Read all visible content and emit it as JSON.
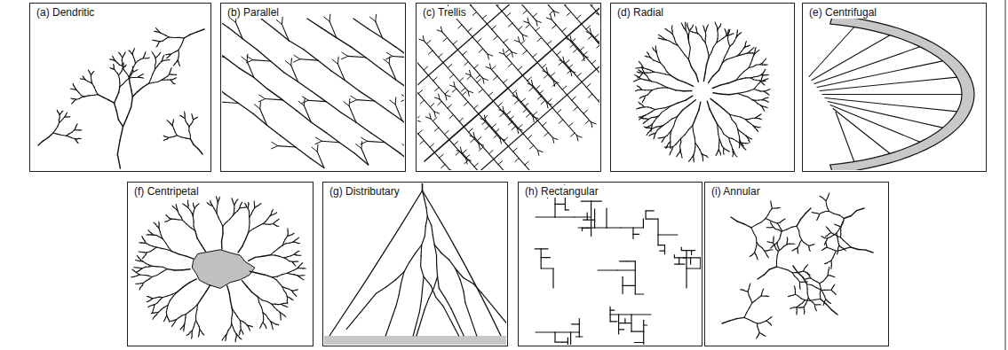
{
  "diagram": {
    "nodes": [
      {
        "text": [
          "(a) Dendritic"
        ]
      },
      {
        "text": [
          "(b) Parallel"
        ]
      },
      {
        "text": [
          "(c) Trellis"
        ]
      },
      {
        "text": [
          "(d) Radial"
        ]
      },
      {
        "text": [
          "(e) Centrifugal"
        ]
      },
      {
        "text": [
          "(f) Centripetal"
        ]
      },
      {
        "text": [
          "(g) Distributary"
        ]
      },
      {
        "text": [
          "(h) Rectangular"
        ]
      },
      {
        "text": [
          "(i) Annular"
        ]
      }
    ]
  }
}
